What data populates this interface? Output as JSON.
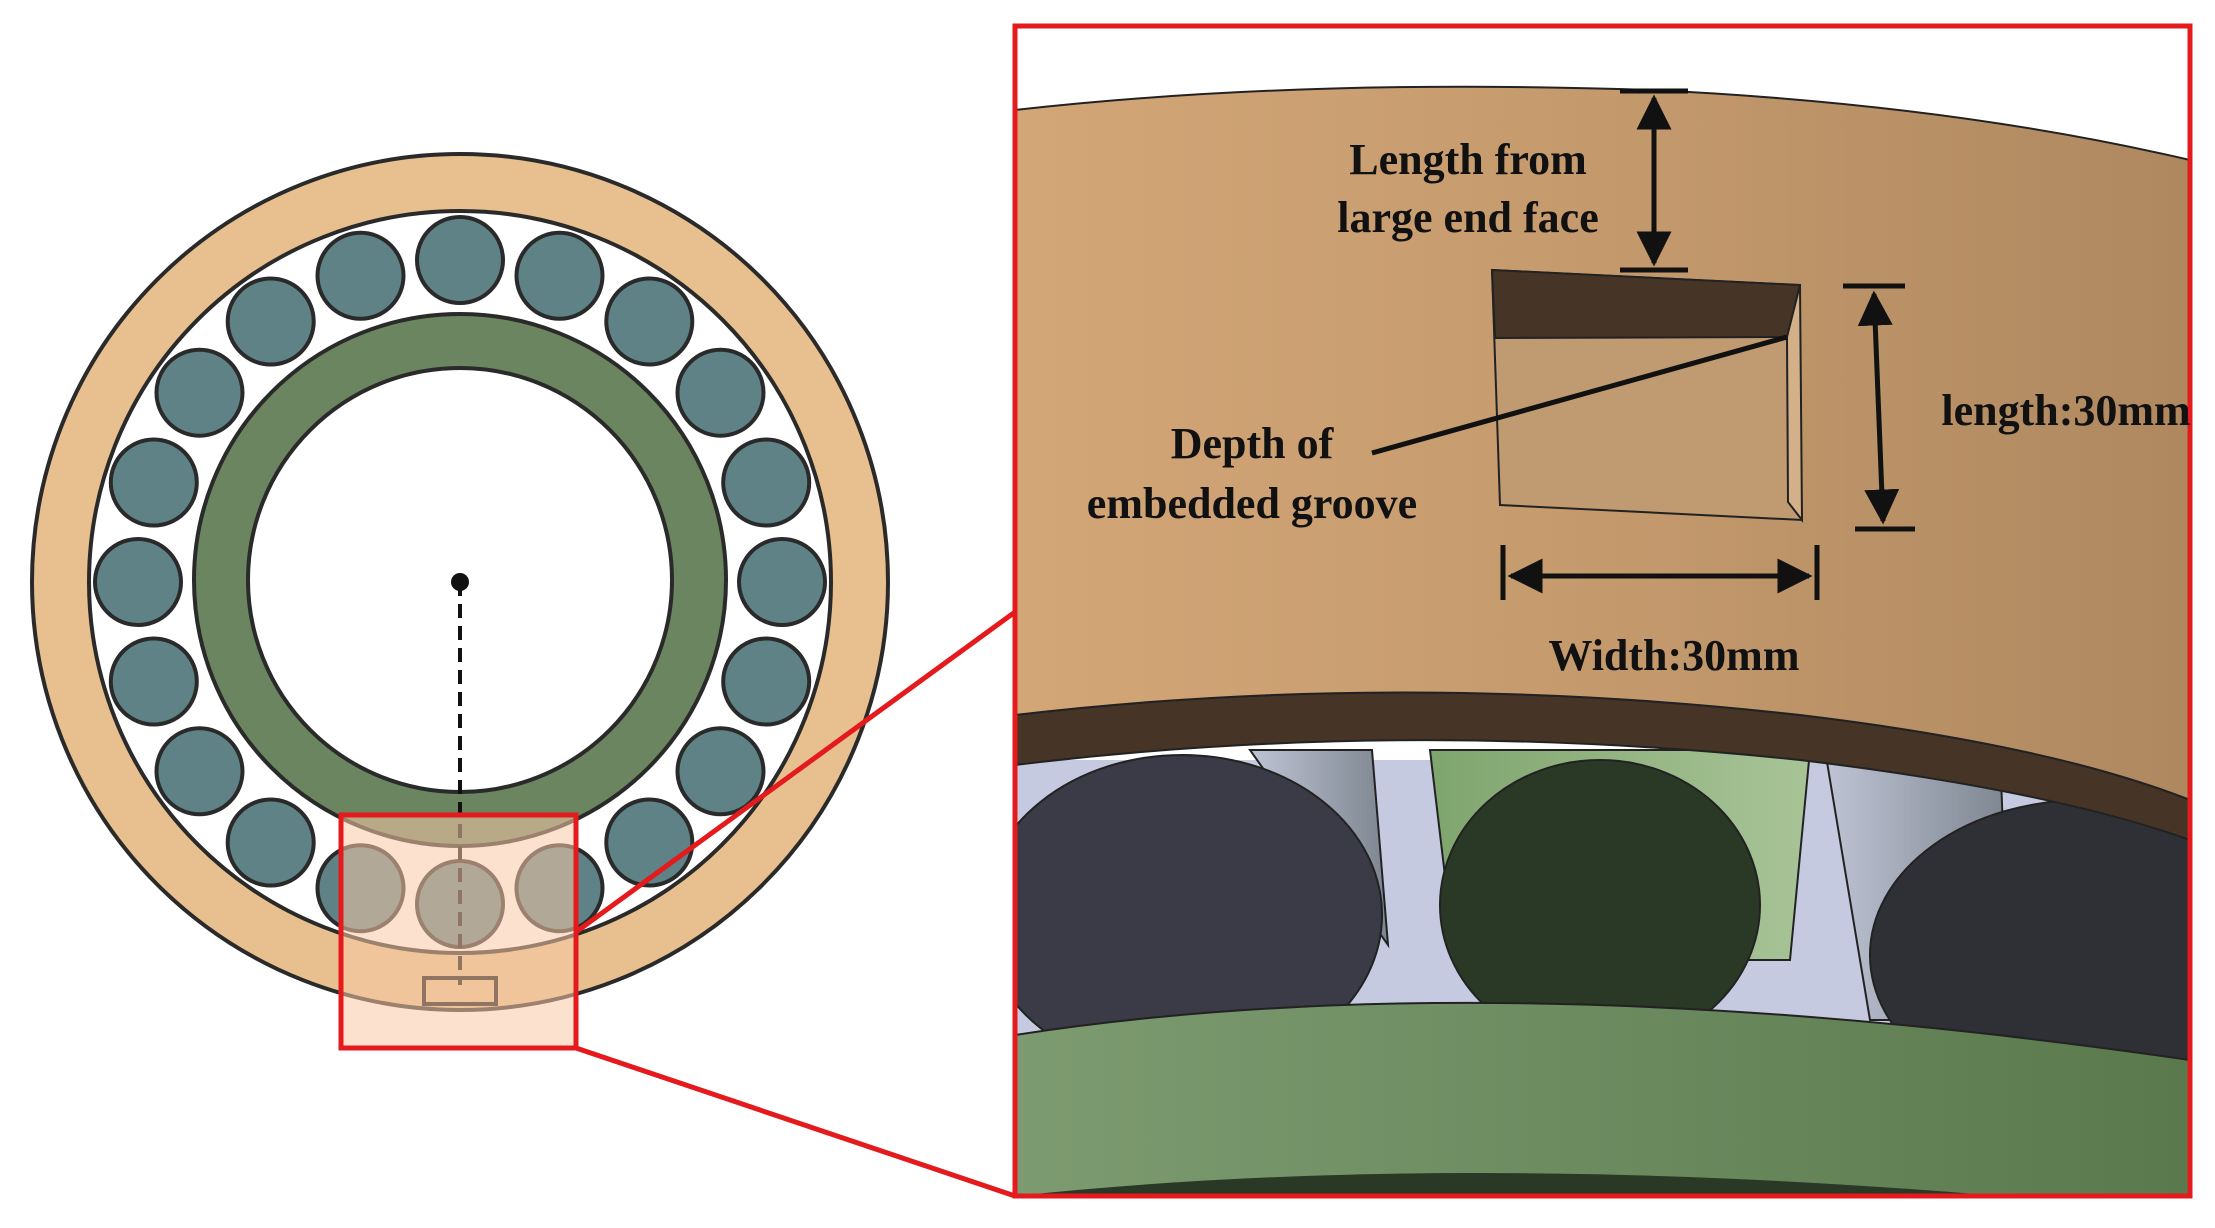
{
  "labels": {
    "length_from_line1": "Length from",
    "length_from_line2": "large end face",
    "depth_line1": "Depth of",
    "depth_line2": "embedded groove",
    "length": "length:30mm",
    "width": "Width:30mm"
  },
  "colors": {
    "outer_ring": "#E8C08F",
    "roller": "#5E8286",
    "inner_ring": "#6A8560",
    "highlight_frame": "#E41A1C",
    "highlight_fill": "#F7C9A6",
    "detail_outer_ring": "#C49A6C",
    "detail_dark_edge": "#463426",
    "detail_inner_ring": "#6E8B62",
    "detail_roller_dark": "#3A3B46",
    "detail_roller_green": "#2A3826"
  },
  "diagram": {
    "roller_count": 20
  }
}
